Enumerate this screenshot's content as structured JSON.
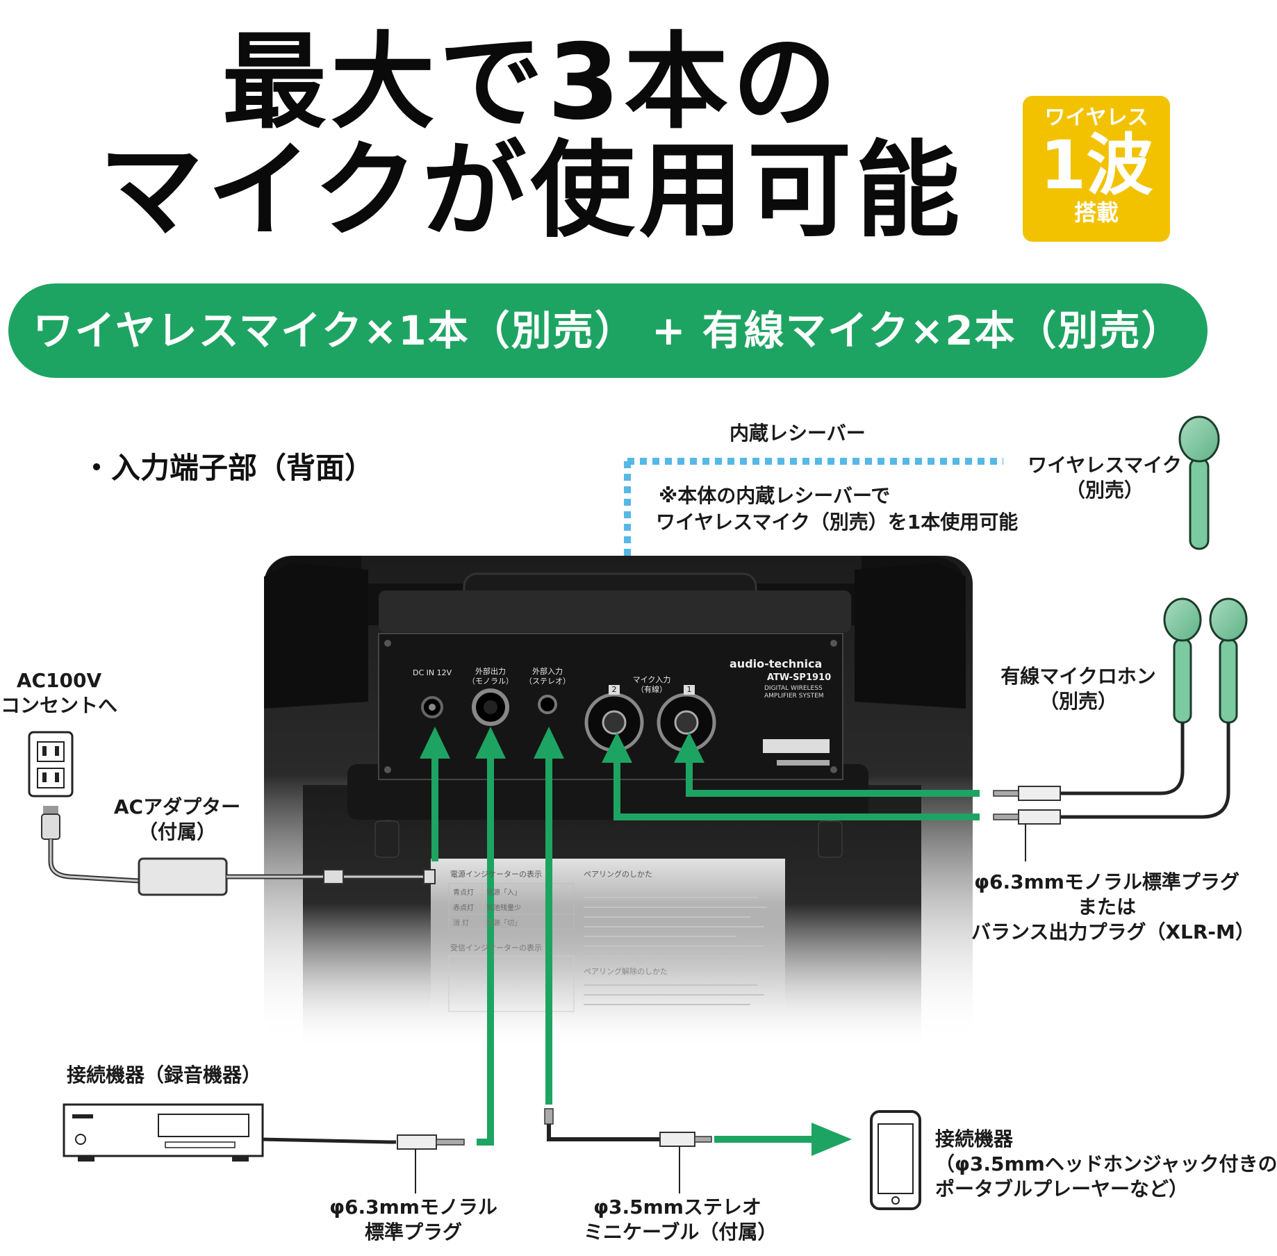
{
  "headline": {
    "line1": "最大で3本の",
    "line2": "マイクが使用可能"
  },
  "badge": {
    "line1": "ワイヤレス",
    "line2": "1波",
    "line3": "搭載"
  },
  "banner": {
    "text": "ワイヤレスマイク×1本（別売） + 有線マイク×2本（別売）"
  },
  "section_title": "・入力端子部（背面）",
  "receiver": {
    "label": "内蔵レシーバー",
    "note_line1": "※本体の内蔵レシーバーで",
    "note_line2": "ワイヤレスマイク（別売）を1本使用可能"
  },
  "wireless_mic": {
    "line1": "ワイヤレスマイク",
    "line2": "（別売）"
  },
  "wired_mic": {
    "line1": "有線マイクロホン",
    "line2": "（別売）"
  },
  "ac_outlet": {
    "line1": "AC100V",
    "line2": "コンセントへ"
  },
  "ac_adapter": {
    "line1": "ACアダプター",
    "line2": "（付属）"
  },
  "plug_right": {
    "line1": "φ6.3mmモノラル標準プラグ",
    "line2": "または",
    "line3": "バランス出力プラグ（XLR-M）"
  },
  "recorder": {
    "label": "接続機器（録音機器）"
  },
  "plug_bottom_left": {
    "line1": "φ6.3mmモノラル",
    "line2": "標準プラグ"
  },
  "plug_bottom_mid": {
    "line1": "φ3.5mmステレオ",
    "line2": "ミニケーブル（付属）"
  },
  "phone": {
    "line1": "接続機器",
    "line2": "（φ3.5mmヘッドホンジャック付きの",
    "line3": "ポータブルプレーヤーなど）"
  },
  "panel": {
    "brand": "audio-technica",
    "model": "ATW-SP1910",
    "sub1": "DIGITAL WIRELESS",
    "sub2": "AMPLIFIER SYSTEM",
    "dc_in": "DC IN 12V",
    "ext_out_1": "外部出力",
    "ext_out_2": "（モノラル）",
    "ext_in_1": "外部入力",
    "ext_in_2": "（ステレオ）",
    "mic_in_1": "マイク入力",
    "mic_in_2": "（有線）",
    "num2": "2",
    "num1": "1"
  },
  "back_label": {
    "power_title": "電源インジケーターの表示",
    "rows": [
      "青点灯",
      "赤点灯",
      "消 灯"
    ],
    "vals": [
      "電源「入」",
      "電池残量少",
      "電源「切」"
    ],
    "recv_title": "受信インジケーターの表示",
    "pair_title": "ペアリングのしかた",
    "unpair_title": "ペアリング解除のしかた"
  },
  "colors": {
    "green": "#1ea462",
    "yellow": "#f2c200",
    "dotted": "#55b8e6",
    "body": "#1c1c1c"
  }
}
